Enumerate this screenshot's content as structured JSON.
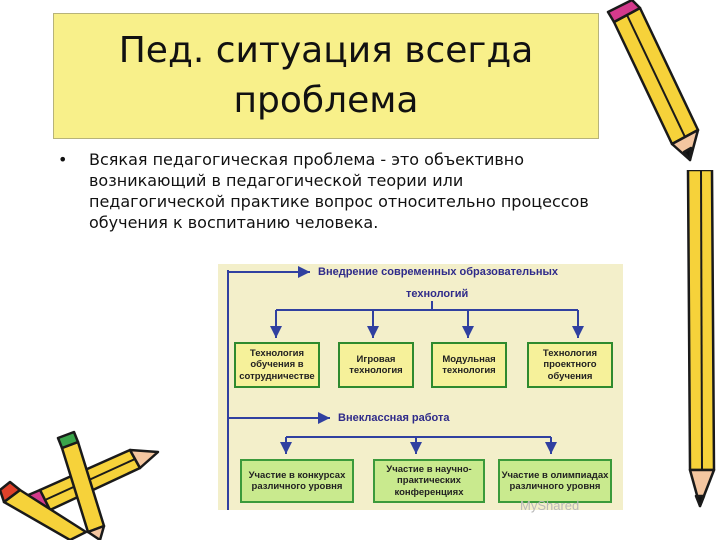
{
  "slide": {
    "title_line1": "Пед. ситуация всегда",
    "title_line2": "проблема",
    "bullet_marker": "•",
    "bullet_text": "Всякая педагогическая проблема - это объективно возникающий в педагогической теории или педагогической практике вопрос относительно процессов обучения к воспитанию человека."
  },
  "diagram": {
    "header1_line1": "Внедрение современных образовательных",
    "header1_line2": "технологий",
    "boxes1": [
      "Технология обучения в сотрудничестве",
      "Игровая технология",
      "Модульная технология",
      "Технология проектного обучения"
    ],
    "header2": "Внеклассная работа",
    "boxes2": [
      "Участие в конкурсах различного уровня",
      "Участие в научно-практических конференциях",
      "Участие в олимпиадах различного уровня"
    ],
    "colors": {
      "arrow": "#3040a0",
      "box_border": "#2e8a2e",
      "box_fill_top": "#f6f19a",
      "box_fill_bottom": "#c9ea8e"
    }
  },
  "decor": {
    "pencil_icons": [
      "pencil-top-right-icon",
      "pencil-right-edge-icon",
      "pencil-bottom-left-icon"
    ],
    "watermark": "MyShared"
  }
}
